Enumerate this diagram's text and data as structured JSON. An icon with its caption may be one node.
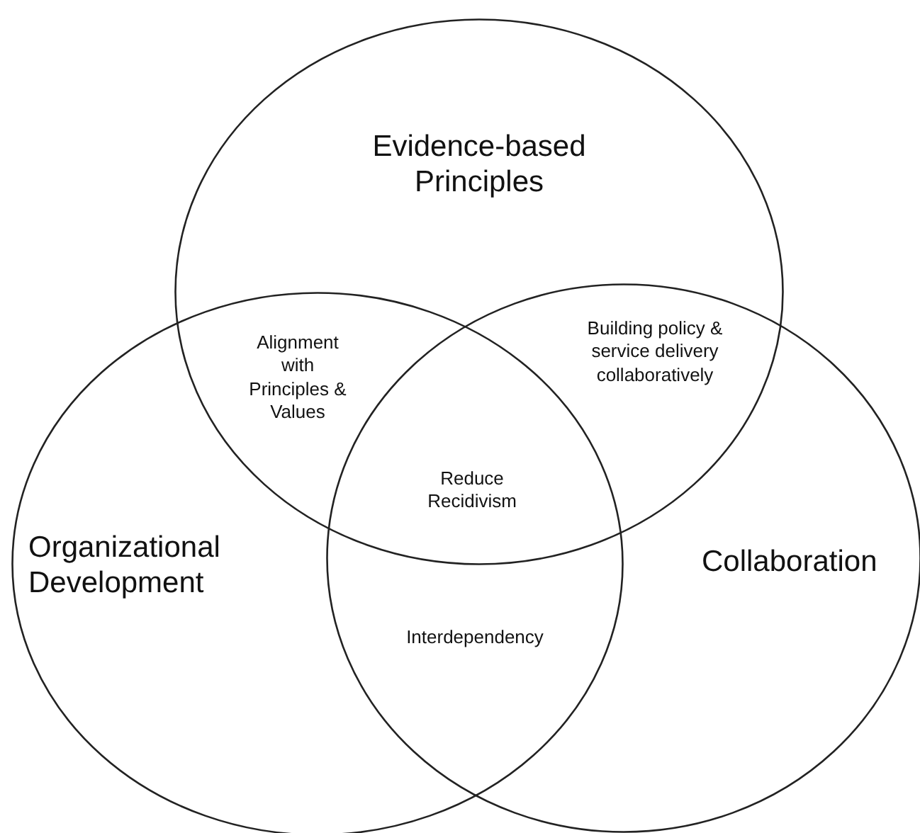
{
  "diagram": {
    "nodes": [
      {
        "text": [
          "Evidence-based Principles"
        ]
      },
      {
        "text": [
          "Organizational Development"
        ]
      },
      {
        "text": [
          "Collaboration"
        ]
      }
    ],
    "labels": [
      "Alignment with Principles & Values",
      "Building policy & service delivery collaboratively",
      "Reduce Recidivism",
      "Interdependency"
    ]
  }
}
